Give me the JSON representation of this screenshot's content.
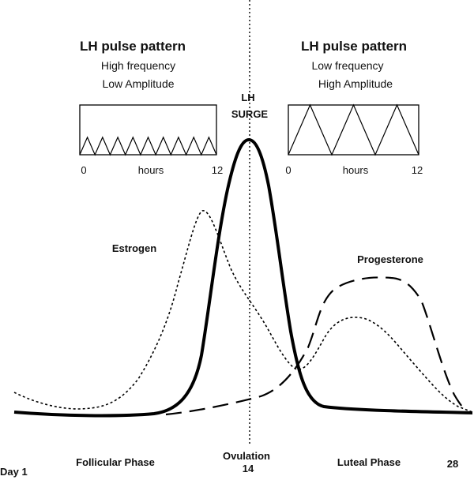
{
  "left_panel": {
    "title": "LH pulse pattern",
    "line1": "High frequency",
    "line2": "Low Amplitude",
    "axis_start": "0",
    "axis_unit": "hours",
    "axis_end": "12",
    "pulse_count": 9,
    "pulse_height": 0.35
  },
  "right_panel": {
    "title": "LH pulse pattern",
    "line1": "Low frequency",
    "line2": "High Amplitude",
    "axis_start": "0",
    "axis_unit": "hours",
    "axis_end": "12",
    "pulse_count": 3,
    "pulse_height": 1.0
  },
  "labels": {
    "lh_surge_line1": "LH",
    "lh_surge_line2": "SURGE",
    "estrogen": "Estrogen",
    "progesterone": "Progesterone",
    "day1": "Day 1",
    "follicular": "Follicular Phase",
    "ovulation": "Ovulation",
    "ovulation_day": "14",
    "luteal": "Luteal Phase",
    "day28": "28"
  },
  "curves": {
    "lh": {
      "style": "solid-thick",
      "color": "#000000"
    },
    "estrogen": {
      "style": "dotted",
      "color": "#000000"
    },
    "progesterone": {
      "style": "long-dash",
      "color": "#000000"
    },
    "ovulation_marker": {
      "style": "dotted-vertical",
      "color": "#000000"
    }
  }
}
